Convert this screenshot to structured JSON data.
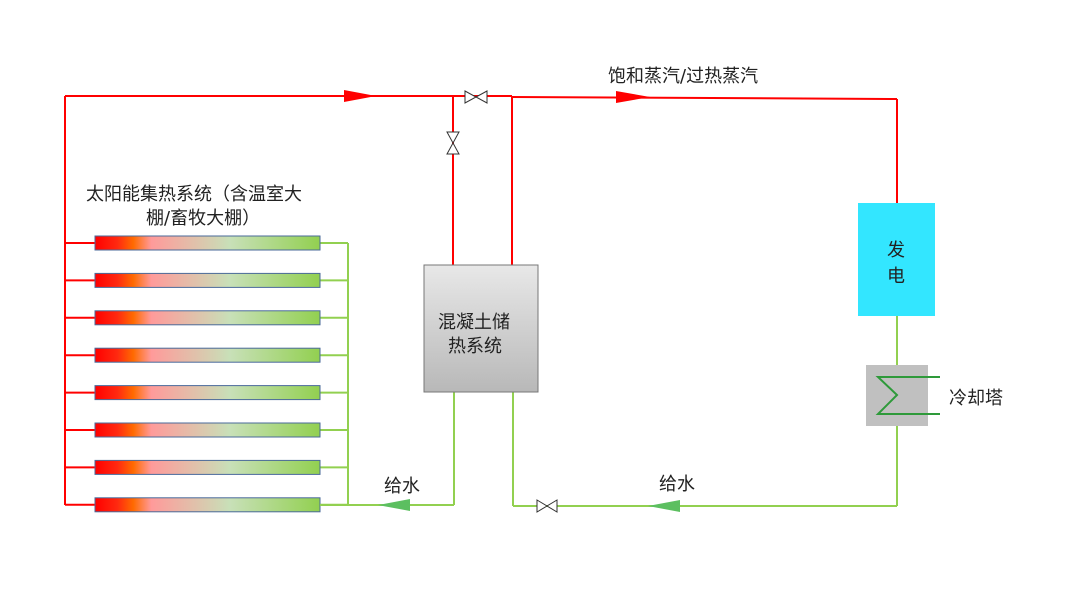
{
  "labels": {
    "steam": "饱和蒸汽/过热蒸汽",
    "solar_line1": "太阳能集热系统（含温室大",
    "solar_line2": "棚/畜牧大棚）",
    "storage_line1": "混凝土储",
    "storage_line2": "热系统",
    "power_line1": "发",
    "power_line2": "电",
    "cooling": "冷却塔",
    "water_left": "给水",
    "water_right": "给水"
  },
  "collector_count": 8,
  "colors": {
    "hot": "#ff0000",
    "cold": "#92d050",
    "power": "#33e6ff",
    "storage": "#c8c8c8",
    "cooling": "#c0c0c0"
  }
}
